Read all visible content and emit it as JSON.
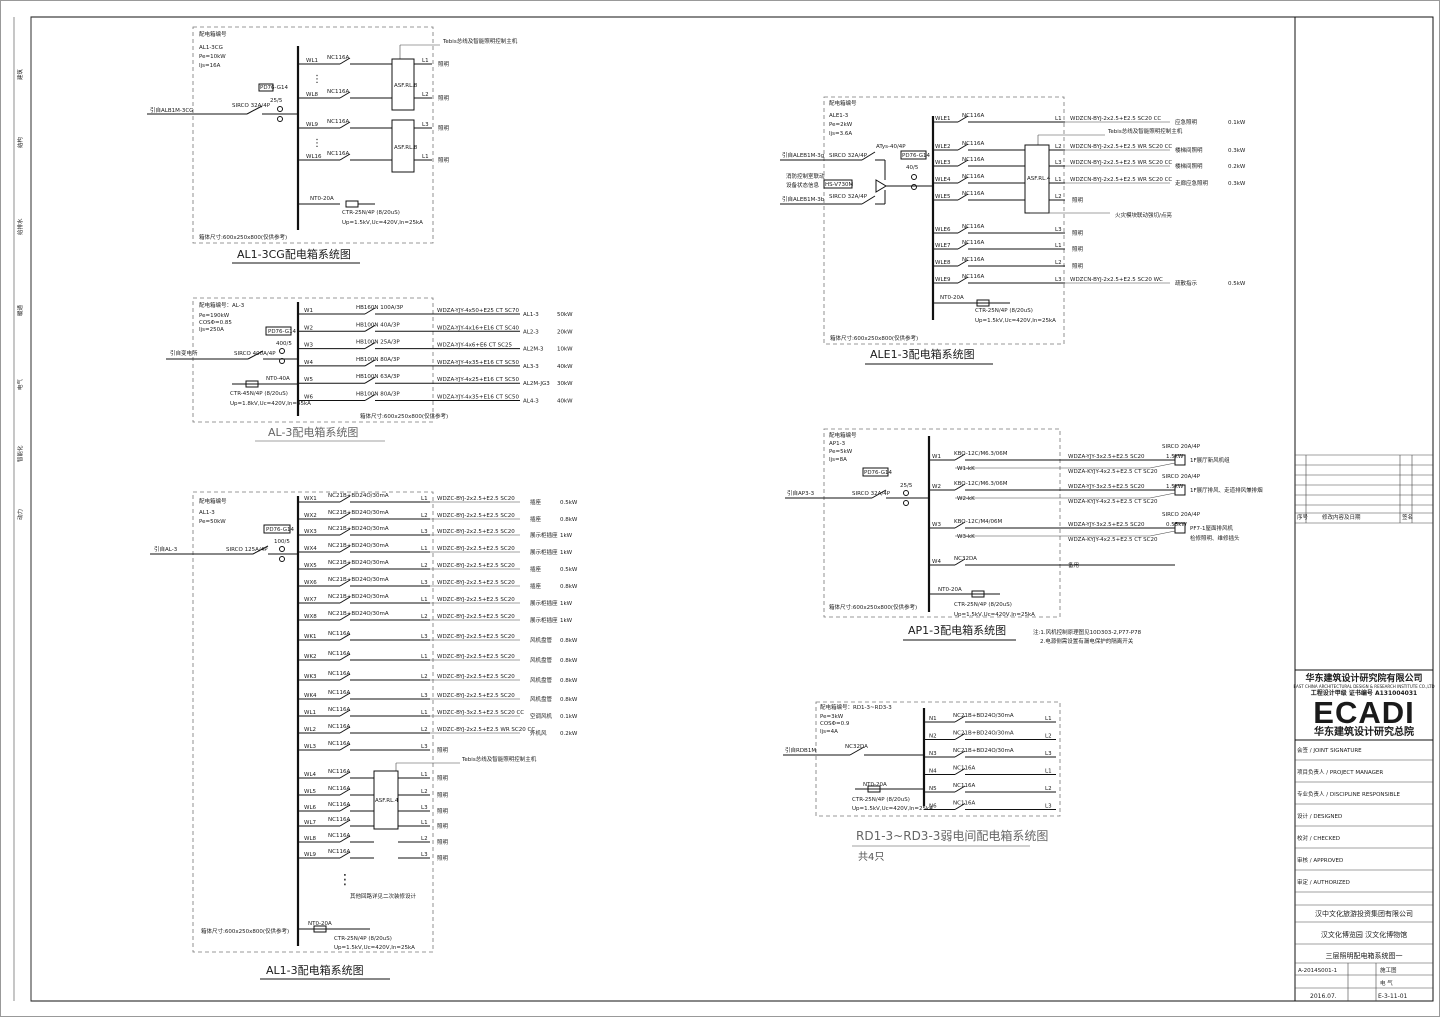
{
  "title_block": {
    "company_cn": "华东建筑设计研究院有限公司",
    "company_en": "EAST CHINA ARCHITECTURAL DESIGN & RESEARCH INSTITUTE CO.,LTD",
    "license": "工程设计甲级   证书编号 A131004031",
    "logo": "ECADI",
    "logo_sub": "华东建筑设计研究总院",
    "client": "汉中文化旅游投资集团有限公司",
    "project": "汉文化博览园  汉文化博物馆",
    "drawing_title": "三层照明配电箱系统图一",
    "project_no": "A-2014S001-1",
    "phase": "施工图",
    "discipline": "电  气",
    "date": "2016.07.",
    "drawing_no": "E-3-11-01",
    "rows": [
      "会签 / JOINT SIGNATURE",
      "项目负责人 / PROJECT MANAGER",
      "专业负责人 / DISCIPLINE RESPONSIBLE",
      "设计 / DESIGNED",
      "校对 / CHECKED",
      "审核 / APPROVED",
      "审定 / AUTHORIZED"
    ],
    "revision_header": [
      "序号",
      "修改内容及日期",
      "签名"
    ]
  },
  "left_strip": [
    "建筑",
    "结构",
    "给排水",
    "暖通",
    "电气",
    "智能化",
    "动力"
  ],
  "panels": {
    "al1_3cg": {
      "title": "AL1-3CG配电箱系统图",
      "info": [
        "配电箱编号",
        "AL1-3CG",
        "Pe=10kW",
        "Ijs=16A"
      ],
      "incoming": "引自ALB1M-3CG",
      "main_breaker": "SIRCO 32A/4P",
      "ct": "25/5",
      "meter": "PD76-G14",
      "tebis": "Tebis总线及智能照明控制主机",
      "module": "ASF.RL.8",
      "circuits": [
        {
          "id": "WL1",
          "breaker": "NC116A",
          "phase": "L1",
          "load": "照明"
        },
        {
          "id": "WL8",
          "breaker": "NC116A",
          "phase": "L2",
          "load": "照明"
        },
        {
          "id": "WL9",
          "breaker": "NC116A",
          "phase": "L3",
          "load": "照明"
        },
        {
          "id": "WL16",
          "breaker": "NC116A",
          "phase": "L1",
          "load": "照明"
        }
      ],
      "spd_breaker": "NT0-20A",
      "spd": "CTR-25N/4P (8/20uS)",
      "spd_spec": "Up=1.5kV,Uc=420V,In=25kA",
      "box_size": "箱体尺寸:600x250x800(仅供参考)"
    },
    "al_3": {
      "title": "AL-3配电箱系统图",
      "info": [
        "配电箱编号：AL-3",
        "Pe=190kW",
        "COSΦ=0.85",
        "Ijs=250A"
      ],
      "incoming": "引自变电所",
      "main_breaker": "SIRCO 400A/4P",
      "ct": "400/5",
      "meter": "PD76-G14",
      "spd_breaker": "NT0-40A",
      "spd": "CTR-45N/4P (8/20uS)",
      "spd_spec": "Up=1.8kV,Uc=420V,In=45kA",
      "circuits": [
        {
          "id": "W1",
          "breaker": "HB160N 100A/3P",
          "cable": "WDZA-YJY-4x50+E25 CT SC70",
          "to": "AL1-3",
          "kw": "50kW"
        },
        {
          "id": "W2",
          "breaker": "HB100N 40A/3P",
          "cable": "WDZA-YJY-4x16+E16 CT SC40",
          "to": "AL2-3",
          "kw": "20kW"
        },
        {
          "id": "W3",
          "breaker": "HB100N 25A/3P",
          "cable": "WDZA-YJY-4x6+E6 CT SC25",
          "to": "AL2M-3",
          "kw": "10kW"
        },
        {
          "id": "W4",
          "breaker": "HB100N 80A/3P",
          "cable": "WDZA-YJY-4x35+E16 CT SC50",
          "to": "AL3-3",
          "kw": "40kW"
        },
        {
          "id": "W5",
          "breaker": "HB100N 63A/3P",
          "cable": "WDZA-YJY-4x25+E16 CT SC50",
          "to": "AL2M-JG3",
          "kw": "30kW"
        },
        {
          "id": "W6",
          "breaker": "HB100N 80A/3P",
          "cable": "WDZA-YJY-4x35+E16 CT SC50",
          "to": "AL4-3",
          "kw": "40kW"
        }
      ],
      "box_size": "箱体尺寸:600x250x800(仅供参考)"
    },
    "al1_3": {
      "title": "AL1-3配电箱系统图",
      "info": [
        "配电箱编号",
        "AL1-3",
        "Pe=50kW"
      ],
      "incoming": "引自AL-3",
      "main_breaker": "SIRCO 125A/4P",
      "ct": "100/5",
      "meter": "PD76-G14",
      "tebis": "Tebis总线及智能照明控制主机",
      "module": "ASF.RL.4",
      "circuits": [
        {
          "id": "WX1",
          "breaker": "NC21B+BD24O/30mA",
          "phase": "L1",
          "cable": "WDZC-BYJ-2x2.5+E2.5  SC20",
          "use": "插座",
          "kw": "0.5kW"
        },
        {
          "id": "WX2",
          "breaker": "NC21B+BD24O/30mA",
          "phase": "L2",
          "cable": "WDZC-BYJ-2x2.5+E2.5  SC20",
          "use": "插座",
          "kw": "0.8kW"
        },
        {
          "id": "WX3",
          "breaker": "NC21B+BD24O/30mA",
          "phase": "L3",
          "cable": "WDZC-BYJ-2x2.5+E2.5  SC20",
          "use": "展示柜插座",
          "kw": "1kW"
        },
        {
          "id": "WX4",
          "breaker": "NC21B+BD24O/30mA",
          "phase": "L1",
          "cable": "WDZC-BYJ-2x2.5+E2.5  SC20",
          "use": "展示柜插座",
          "kw": "1kW"
        },
        {
          "id": "WX5",
          "breaker": "NC21B+BD24O/30mA",
          "phase": "L2",
          "cable": "WDZC-BYJ-2x2.5+E2.5  SC20",
          "use": "插座",
          "kw": "0.5kW"
        },
        {
          "id": "WX6",
          "breaker": "NC21B+BD24O/30mA",
          "phase": "L3",
          "cable": "WDZC-BYJ-2x2.5+E2.5  SC20",
          "use": "插座",
          "kw": "0.8kW"
        },
        {
          "id": "WX7",
          "breaker": "NC21B+BD24O/30mA",
          "phase": "L1",
          "cable": "WDZC-BYJ-2x2.5+E2.5  SC20",
          "use": "展示柜插座",
          "kw": "1kW"
        },
        {
          "id": "WX8",
          "breaker": "NC21B+BD24O/30mA",
          "phase": "L2",
          "cable": "WDZC-BYJ-2x2.5+E2.5  SC20",
          "use": "展示柜插座",
          "kw": "1kW"
        },
        {
          "id": "WK1",
          "breaker": "NC116A",
          "phase": "L3",
          "cable": "WDZC-BYJ-2x2.5+E2.5  SC20",
          "use": "风机盘管",
          "kw": "0.8kW"
        },
        {
          "id": "WK2",
          "breaker": "NC116A",
          "phase": "L1",
          "cable": "WDZC-BYJ-2x2.5+E2.5  SC20",
          "use": "风机盘管",
          "kw": "0.8kW"
        },
        {
          "id": "WK3",
          "breaker": "NC116A",
          "phase": "L2",
          "cable": "WDZC-BYJ-2x2.5+E2.5  SC20",
          "use": "风机盘管",
          "kw": "0.8kW"
        },
        {
          "id": "WK4",
          "breaker": "NC116A",
          "phase": "L3",
          "cable": "WDZC-BYJ-2x2.5+E2.5  SC20",
          "use": "风机盘管",
          "kw": "0.8kW"
        },
        {
          "id": "WL1",
          "breaker": "NC116A",
          "phase": "L1",
          "cable": "WDZC-BYJ-3x2.5+E2.5  SC20 CC",
          "use": "空调风机",
          "kw": "0.1kW"
        },
        {
          "id": "WL2",
          "breaker": "NC116A",
          "phase": "L2",
          "cable": "WDZC-BYJ-2x2.5+E2.5 WR SC20 CC",
          "use": "外机风",
          "kw": "0.2kW"
        },
        {
          "id": "WL3",
          "breaker": "NC116A",
          "phase": "L3",
          "cable": "",
          "use": "",
          "kw": "照明"
        },
        {
          "id": "WL4",
          "breaker": "NC116A",
          "phase": "L1",
          "cable": "",
          "use": "",
          "kw": "照明"
        },
        {
          "id": "WL5",
          "breaker": "NC116A",
          "phase": "L2",
          "cable": "",
          "use": "",
          "kw": "照明"
        },
        {
          "id": "WL6",
          "breaker": "NC116A",
          "phase": "L3",
          "cable": "",
          "use": "",
          "kw": "照明"
        },
        {
          "id": "WL7",
          "breaker": "NC116A",
          "phase": "L1",
          "cable": "",
          "use": "",
          "kw": "照明"
        },
        {
          "id": "WL8",
          "breaker": "NC116A",
          "phase": "L2",
          "cable": "",
          "use": "",
          "kw": "照明"
        },
        {
          "id": "WL9",
          "breaker": "NC116A",
          "phase": "L3",
          "cable": "",
          "use": "",
          "kw": "照明"
        }
      ],
      "note": "其他回路详见二次装修设计",
      "spd_breaker": "NT0-20A",
      "spd": "CTR-25N/4P (8/20uS)",
      "spd_spec": "Up=1.5kV,Uc=420V,In=25kA",
      "box_size": "箱体尺寸:600x250x800(仅供参考)"
    },
    "ale1_3": {
      "title": "ALE1-3配电箱系统图",
      "info": [
        "配电箱编号",
        "ALE1-3",
        "Pe=2kW",
        "Ijs=3.6A"
      ],
      "incoming1": "引自ALEB1M-3g",
      "incoming2": "引自ALEB1M-3b",
      "fire_note": "消防控制室联动",
      "fire_note2": "设备状态信息",
      "ats": "ATys-40/4P",
      "br1": "SIRCO 32A/4P",
      "br2": "SIRCO 32A/4P",
      "ct": "40/5",
      "meter": "PD76-G14",
      "module_ref": "HS-V730M",
      "module": "ASF.RL.4",
      "tebis": "Tebis总线及智能照明控制主机",
      "fire_link": "火灾模块联动强切/点亮",
      "circuits": [
        {
          "id": "WLE1",
          "breaker": "NC116A",
          "phase": "L1",
          "cable": "WDZCN-BYJ-2x2.5+E2.5 SC20 CC",
          "use": "应急照明",
          "kw": "0.1kW"
        },
        {
          "id": "WLE2",
          "breaker": "NC116A",
          "phase": "L2",
          "cable": "WDZCN-BYJ-2x2.5+E2.5 WR SC20 CC",
          "use": "楼梯间照明",
          "kw": "0.3kW"
        },
        {
          "id": "WLE3",
          "breaker": "NC116A",
          "phase": "L3",
          "cable": "WDZCN-BYJ-2x2.5+E2.5 WR SC20 CC",
          "use": "楼梯间照明",
          "kw": "0.2kW"
        },
        {
          "id": "WLE4",
          "breaker": "NC116A",
          "phase": "L1",
          "cable": "WDZCN-BYJ-2x2.5+E2.5 WR SC20 CC",
          "use": "走廊应急照明",
          "kw": "0.3kW"
        },
        {
          "id": "WLE5",
          "breaker": "NC116A",
          "phase": "L2",
          "cable": "",
          "use": "",
          "kw": "照明"
        },
        {
          "id": "WLE6",
          "breaker": "NC116A",
          "phase": "L3",
          "cable": "",
          "use": "",
          "kw": "照明"
        },
        {
          "id": "WLE7",
          "breaker": "NC116A",
          "phase": "L1",
          "cable": "",
          "use": "",
          "kw": "照明"
        },
        {
          "id": "WLE8",
          "breaker": "NC116A",
          "phase": "L2",
          "cable": "",
          "use": "",
          "kw": "照明"
        },
        {
          "id": "WLE9",
          "breaker": "NC116A",
          "phase": "L3",
          "cable": "WDZCN-BYJ-2x2.5+E2.5 SC20 WC",
          "use": "疏散指示",
          "kw": "0.5kW"
        }
      ],
      "spd_breaker": "NT0-20A",
      "spd": "CTR-25N/4P (8/20uS)",
      "spd_spec": "Up=1.5kV,Uc=420V,In=25kA",
      "box_size": "箱体尺寸:600x250x800(仅供参考)"
    },
    "ap1_3": {
      "title": "AP1-3配电箱系统图",
      "info": [
        "配电箱编号",
        "AP1-3",
        "Pe=5kW",
        "Ijs=8A"
      ],
      "incoming": "引自AP3-3",
      "main_breaker": "SIRCO 32A/4P",
      "ct": "25/5",
      "meter": "PD76-G14",
      "circuits": [
        {
          "id": "W1",
          "breaker": "KBO-12C/M6.3/06M",
          "cable": "WDZA-YJY-3x2.5+E2.5 SC20",
          "ctl": "W1-kK",
          "ctl_cable": "WDZA-KYJY-4x2.5+E2.5 CT SC20",
          "sw": "SIRCO 20A/4P",
          "kw": "1.5kW",
          "use": "1F展厅新风机组",
          "use2": ""
        },
        {
          "id": "W2",
          "breaker": "KBO-12C/M6.3/06M",
          "cable": "WDZA-YJY-3x2.5+E2.5 SC20",
          "ctl": "W2-kK",
          "ctl_cable": "WDZA-KYJY-4x2.5+E2.5 CT SC20",
          "sw": "SIRCO 20A/4P",
          "kw": "1.5kW",
          "use": "1F展厅排风、走道排风兼排烟",
          "use2": ""
        },
        {
          "id": "W3",
          "breaker": "KBO-12C/M4/06M",
          "cable": "WDZA-YJY-3x2.5+E2.5 SC20",
          "ctl": "W3-kK",
          "ctl_cable": "WDZA-KYJY-4x2.5+E2.5 CT SC20",
          "sw": "SIRCO 20A/4P",
          "kw": "0.55kW",
          "use": "PF7-1屋面排风机",
          "use2": "检修照明、维修插头"
        },
        {
          "id": "W4",
          "breaker": "NC32DA",
          "cable": "",
          "ctl": "",
          "ctl_cable": "",
          "sw": "",
          "kw": "",
          "use": "备用",
          "use2": ""
        }
      ],
      "spd_breaker": "NT0-20A",
      "spd": "CTR-25N/4P (8/20uS)",
      "spd_spec": "Up=1.5kV,Uc=420V,In=25kA",
      "box_size": "箱体尺寸:600x250x800(仅供参考)",
      "notes": [
        "注:1.风机控制原理图见10D303-2,P77-P78",
        "2.电源侧需设置有漏电保护的隔离开关"
      ]
    },
    "rd1_3": {
      "title": "RD1-3~RD3-3弱电间配电箱系统图",
      "subtitle": "共4只",
      "info": [
        "配电箱编号：RD1-3~RD3-3",
        "Pe=3kW",
        "COSΦ=0.9",
        "Ijs=4A"
      ],
      "incoming": "引自RDB1M",
      "main_breaker": "NC32DA",
      "circuits": [
        {
          "id": "N1",
          "breaker": "NC21B+BD24O/30mA",
          "phase": "L1"
        },
        {
          "id": "N2",
          "breaker": "NC21B+BD24O/30mA",
          "phase": "L2"
        },
        {
          "id": "N3",
          "breaker": "NC21B+BD24O/30mA",
          "phase": "L3"
        },
        {
          "id": "N4",
          "breaker": "NC116A",
          "phase": "L1"
        },
        {
          "id": "N5",
          "breaker": "NC116A",
          "phase": "L2"
        },
        {
          "id": "N6",
          "breaker": "NC116A",
          "phase": "L3"
        }
      ],
      "spd_breaker": "NT0-20A",
      "spd": "CTR-25N/4P (8/20uS)",
      "spd_spec": "Up=1.5kV,Uc=420V,In=25kA"
    }
  }
}
